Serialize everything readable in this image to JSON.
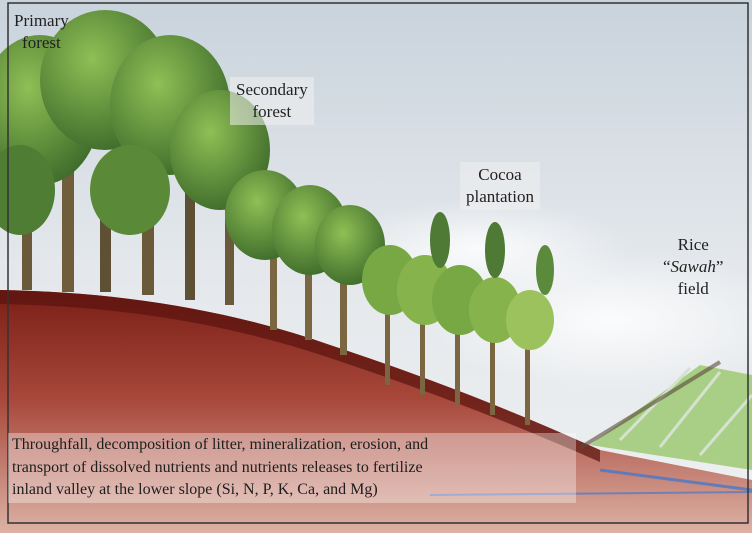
{
  "labels": {
    "primary_forest": [
      "Primary",
      "forest"
    ],
    "secondary_forest": [
      "Secondary",
      "forest"
    ],
    "cocoa": [
      "Cocoa",
      "plantation"
    ],
    "rice": {
      "line1": "Rice",
      "quote_open": "“",
      "sawah": "Sawah",
      "quote_close": "”",
      "line3": "field"
    }
  },
  "caption": [
    "Throughfall, decomposition of litter, mineralization, erosion, and",
    "transport of dissolved nutrients and nutrients releases to fertilize",
    "inland valley at the lower slope (Si, N, P, K, Ca, and Mg)"
  ],
  "colors": {
    "sky": "#dfe5ea",
    "soil_dark": "#7a1e16",
    "soil_mid": "#b0584a",
    "soil_light": "#d9a899",
    "forest_dark": "#3d6a2a",
    "forest_light": "#7fae45",
    "rice_green": "#8fc36a",
    "water_blue": "#4a78c8"
  }
}
